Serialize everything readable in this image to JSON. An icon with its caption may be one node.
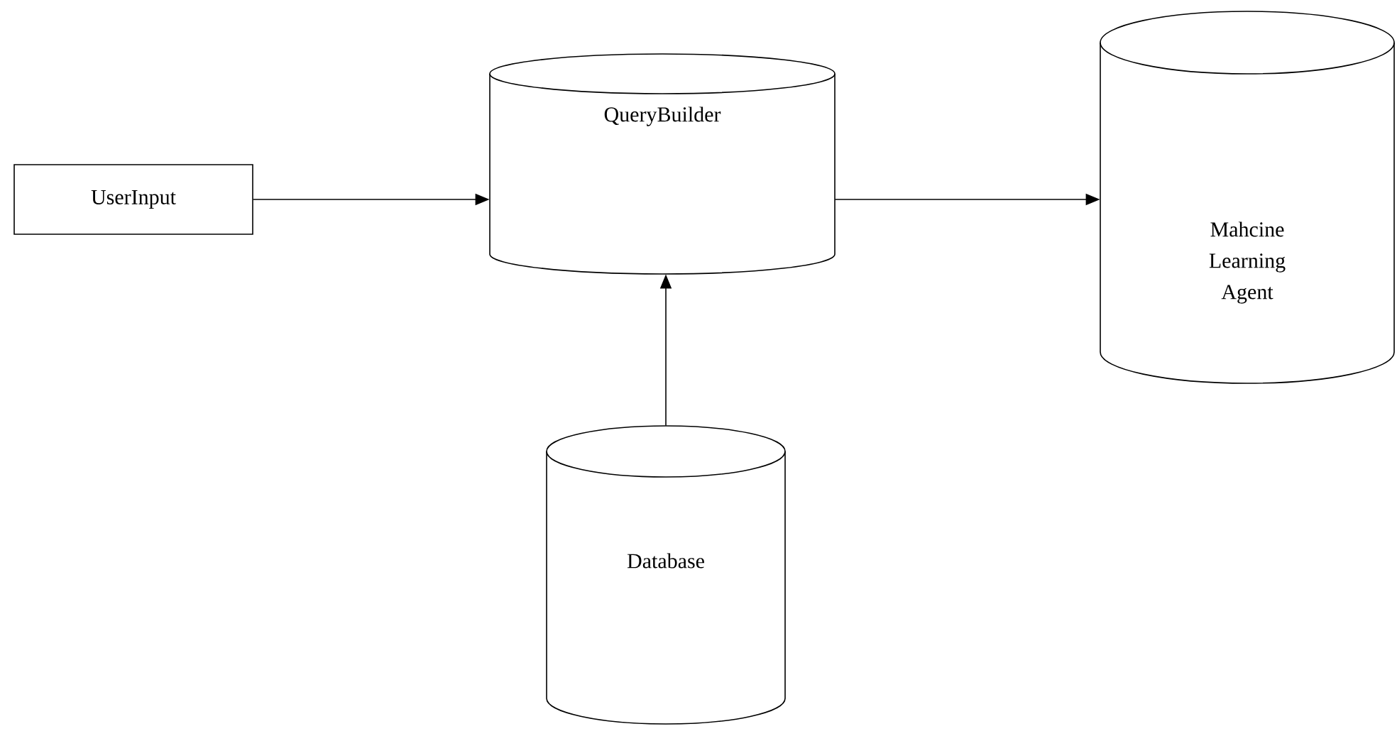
{
  "diagram": {
    "nodes": [
      {
        "text": [
          "UserInput"
        ]
      },
      {
        "text": [
          "QueryBuilder"
        ]
      },
      {
        "text": [
          "Mahcine Learning Agent"
        ]
      },
      {
        "text": [
          "Database"
        ]
      }
    ],
    "edges": [
      {
        "from": 0,
        "to": 1,
        "arrow": "to"
      },
      {
        "from": 1,
        "to": 2,
        "arrow": "to"
      },
      {
        "from": 3,
        "to": 1,
        "arrow": "to"
      }
    ]
  }
}
